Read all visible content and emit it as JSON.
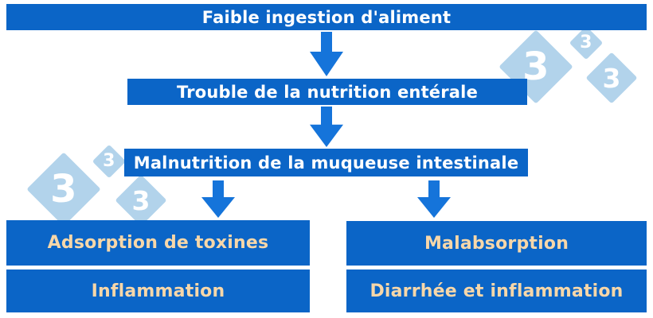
{
  "flowchart": {
    "level1": {
      "label": "Faible ingestion d'aliment"
    },
    "level2": {
      "label": "Trouble de la nutrition entérale"
    },
    "level3": {
      "label": "Malnutrition de la muqueuse intestinale"
    },
    "branch_left": {
      "box1": {
        "label": "Adsorption de toxines"
      },
      "box2": {
        "label": "Inflammation"
      }
    },
    "branch_right": {
      "box1": {
        "label": "Malabsorption"
      },
      "box2": {
        "label": "Diarrhée et inflammation"
      }
    }
  },
  "decorations": {
    "diamond_badge_number": "3",
    "clusters": [
      {
        "position": "middle-left",
        "diamond_count": 3
      },
      {
        "position": "top-right",
        "diamond_count": 3
      }
    ]
  },
  "colors": {
    "box_blue": "#0B65C7",
    "arrow_blue": "#1574DA",
    "diamond_light_blue": "#B2D3EB",
    "text_white": "#FFFFFF",
    "text_cream": "#F7D7A9",
    "background": "#FFFFFF"
  }
}
